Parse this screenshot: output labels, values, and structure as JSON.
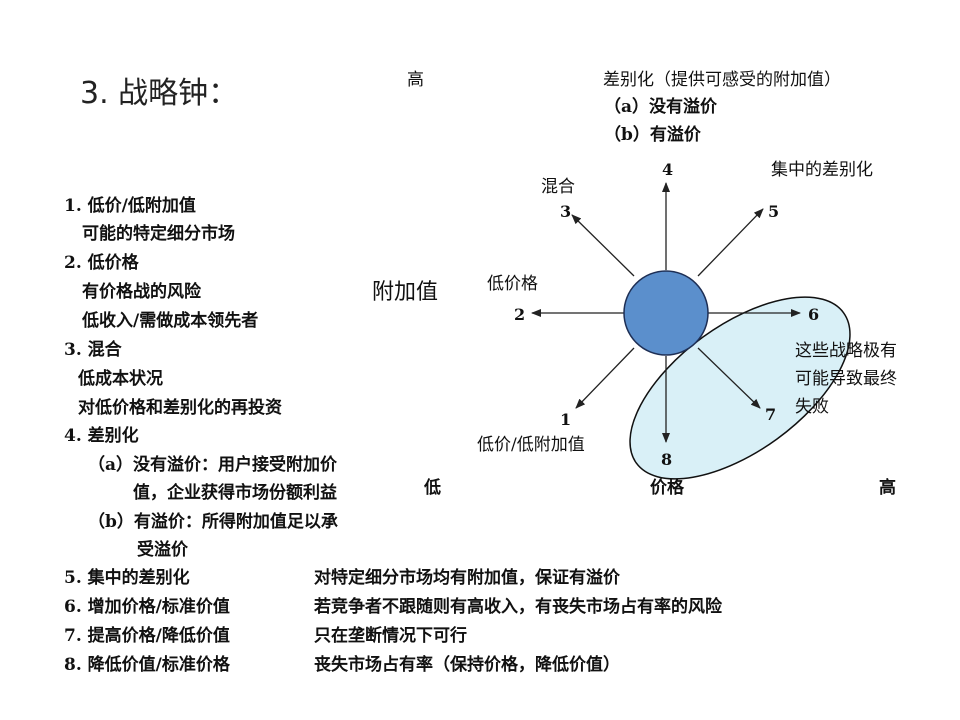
{
  "title": "3. 战略钟：",
  "top_high_label": "高",
  "top_right": {
    "heading": "差别化（提供可感受的附加值）",
    "a": "（a）没有溢价",
    "b": "（b）有溢价"
  },
  "left_list": [
    "1. 低价/低附加值",
    "可能的特定细分市场",
    "2. 低价格",
    "有价格战的风险",
    "低收入/需做成本领先者",
    "3. 混合",
    "低成本状况",
    "对低价格和差别化的再投资",
    "4. 差别化",
    "（a）没有溢价：用户接受附加价",
    "值，企业获得市场份额利益",
    "（b）有溢价：所得附加值足以承",
    "受溢价"
  ],
  "axis": {
    "value_label": "附加值",
    "low_label": "低",
    "price_label": "价格",
    "high_label": "高"
  },
  "clock": {
    "numbers": [
      "1",
      "2",
      "3",
      "4",
      "5",
      "6",
      "7",
      "8"
    ],
    "labels": {
      "mix": "混合",
      "focus_diff": "集中的差别化",
      "low_price": "低价格",
      "low_price_value": "低价/低附加值"
    },
    "circle_color": "#5b8fcc",
    "ellipse_color": "#d9f0f7"
  },
  "failure_note": [
    "这些战略极有",
    "可能导致最终",
    "失败"
  ],
  "bottom_rows": [
    {
      "left": "5. 集中的差别化",
      "right": "对特定细分市场均有附加值，保证有溢价"
    },
    {
      "left": "6. 增加价格/标准价值",
      "right": "若竞争者不跟随则有高收入，有丧失市场占有率的风险"
    },
    {
      "left": "7. 提高价格/降低价值",
      "right": "只在垄断情况下可行"
    },
    {
      "left": "8. 降低价值/标准价格",
      "right": "丧失市场占有率（保持价格，降低价值）"
    }
  ]
}
